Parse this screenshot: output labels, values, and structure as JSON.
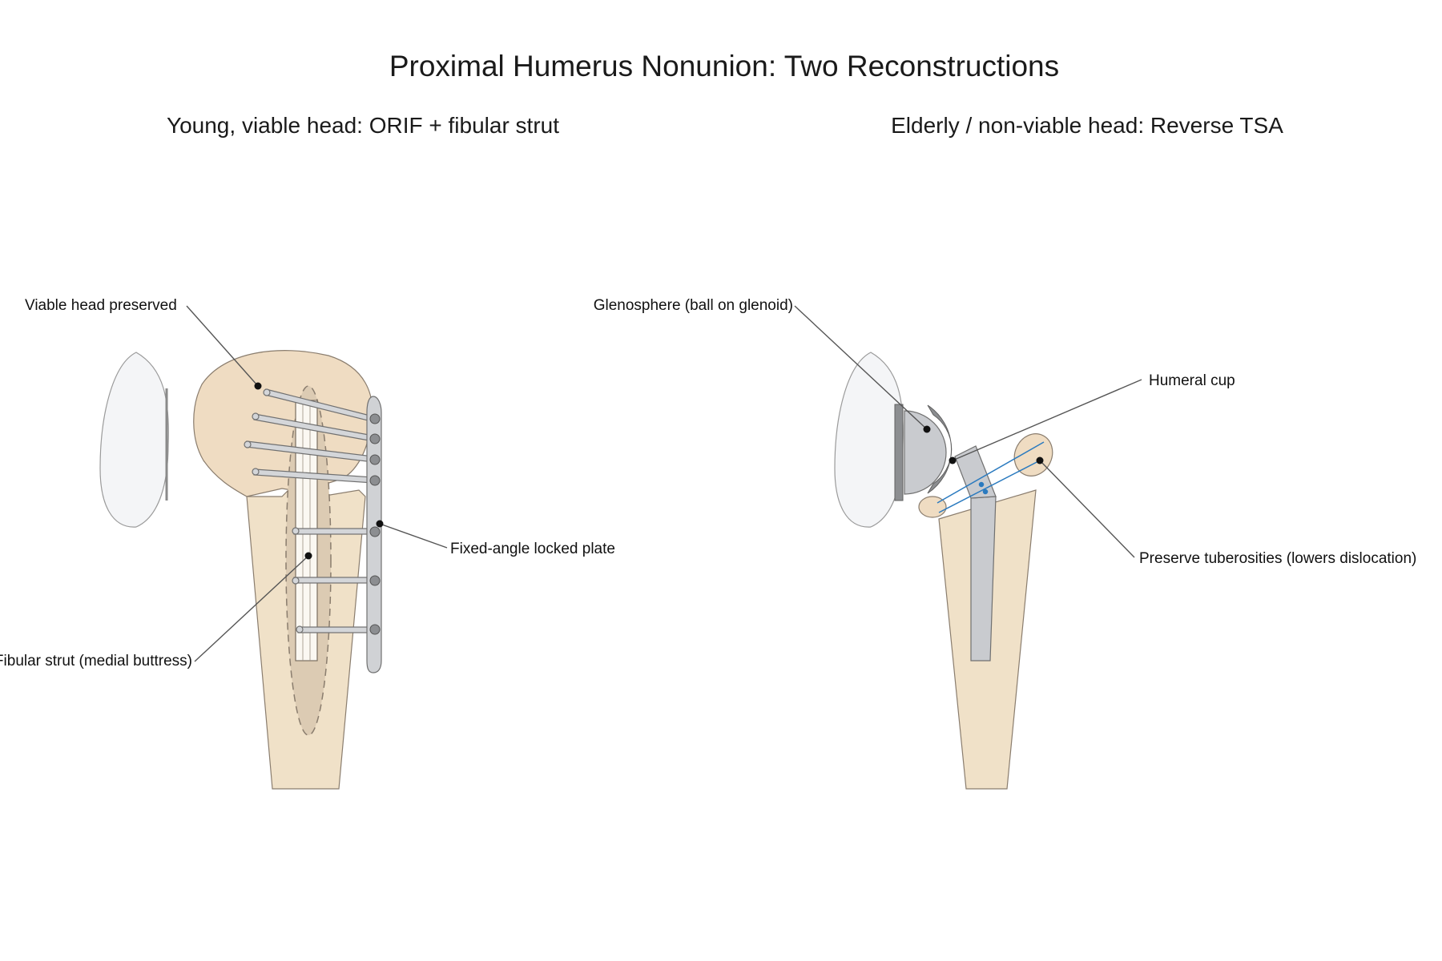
{
  "title": "Proximal Humerus Nonunion: Two Reconstructions",
  "panels": [
    {
      "subtitle": "Young, viable head: ORIF + fibular strut",
      "labels": {
        "head": "Viable head preserved",
        "plate": "Fixed-angle locked plate",
        "strut": "Fibular strut (medial buttress)"
      }
    },
    {
      "subtitle": "Elderly / non-viable head: Reverse TSA",
      "labels": {
        "glenosphere": "Glenosphere (ball on glenoid)",
        "cup": "Humeral cup",
        "tuberosities": "Preserve tuberosities (lowers dislocation)"
      }
    }
  ],
  "colors": {
    "bone": "#f0e1c8",
    "bone_head": "#efdcc2",
    "strut_cavity": "#dccbb3",
    "glenoid": "#f4f5f7",
    "implant": "#c9cbcf",
    "implant_dark": "#8c8e91",
    "suture": "#2a7abf",
    "text": "#1a1a1a"
  }
}
